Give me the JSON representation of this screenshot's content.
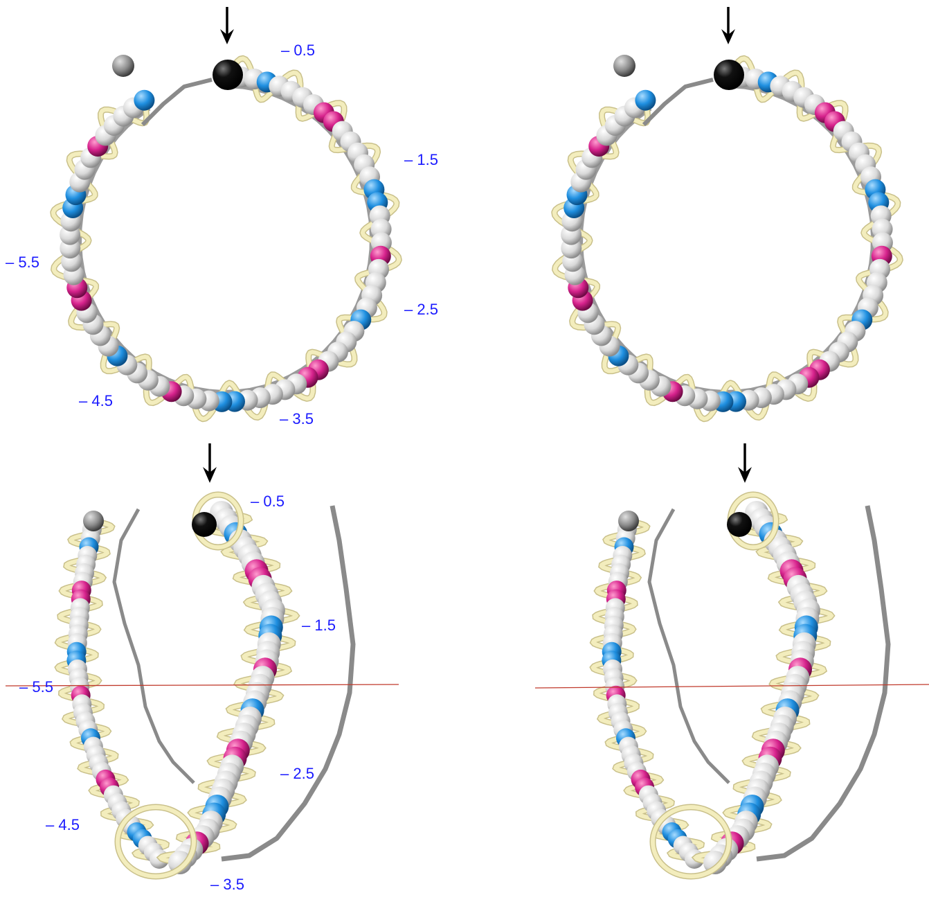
{
  "colors": {
    "background": "#ffffff",
    "label_text": "#1a1aff",
    "ribbon": "#f3edbd",
    "ribbon_edge": "#c9c08a",
    "bead_white": "#e6e6e6",
    "bead_grey": "#8f8f8f",
    "bead_blue": "#1f8fe0",
    "bead_magenta": "#d6228c",
    "bead_black": "#0a0a0a",
    "tube_grey": "#8a8a8a",
    "arrow": "#000000",
    "membrane_line": "#c0392b"
  },
  "icons": {
    "arrow": "down-arrow-icon",
    "reference_bead": "black-bead-icon"
  },
  "panels": [
    {
      "id": "top-left-ring",
      "labels": [
        "– 0.5",
        "– 1.5",
        "– 2.5",
        "– 3.5",
        "– 4.5",
        "– 5.5"
      ]
    },
    {
      "id": "top-right-ring",
      "labels": []
    },
    {
      "id": "bottom-left-side",
      "labels": [
        "– 0.5",
        "– 1.5",
        "– 2.5",
        "– 3.5",
        "– 4.5",
        "– 5.5"
      ]
    },
    {
      "id": "bottom-right-side",
      "labels": []
    }
  ]
}
